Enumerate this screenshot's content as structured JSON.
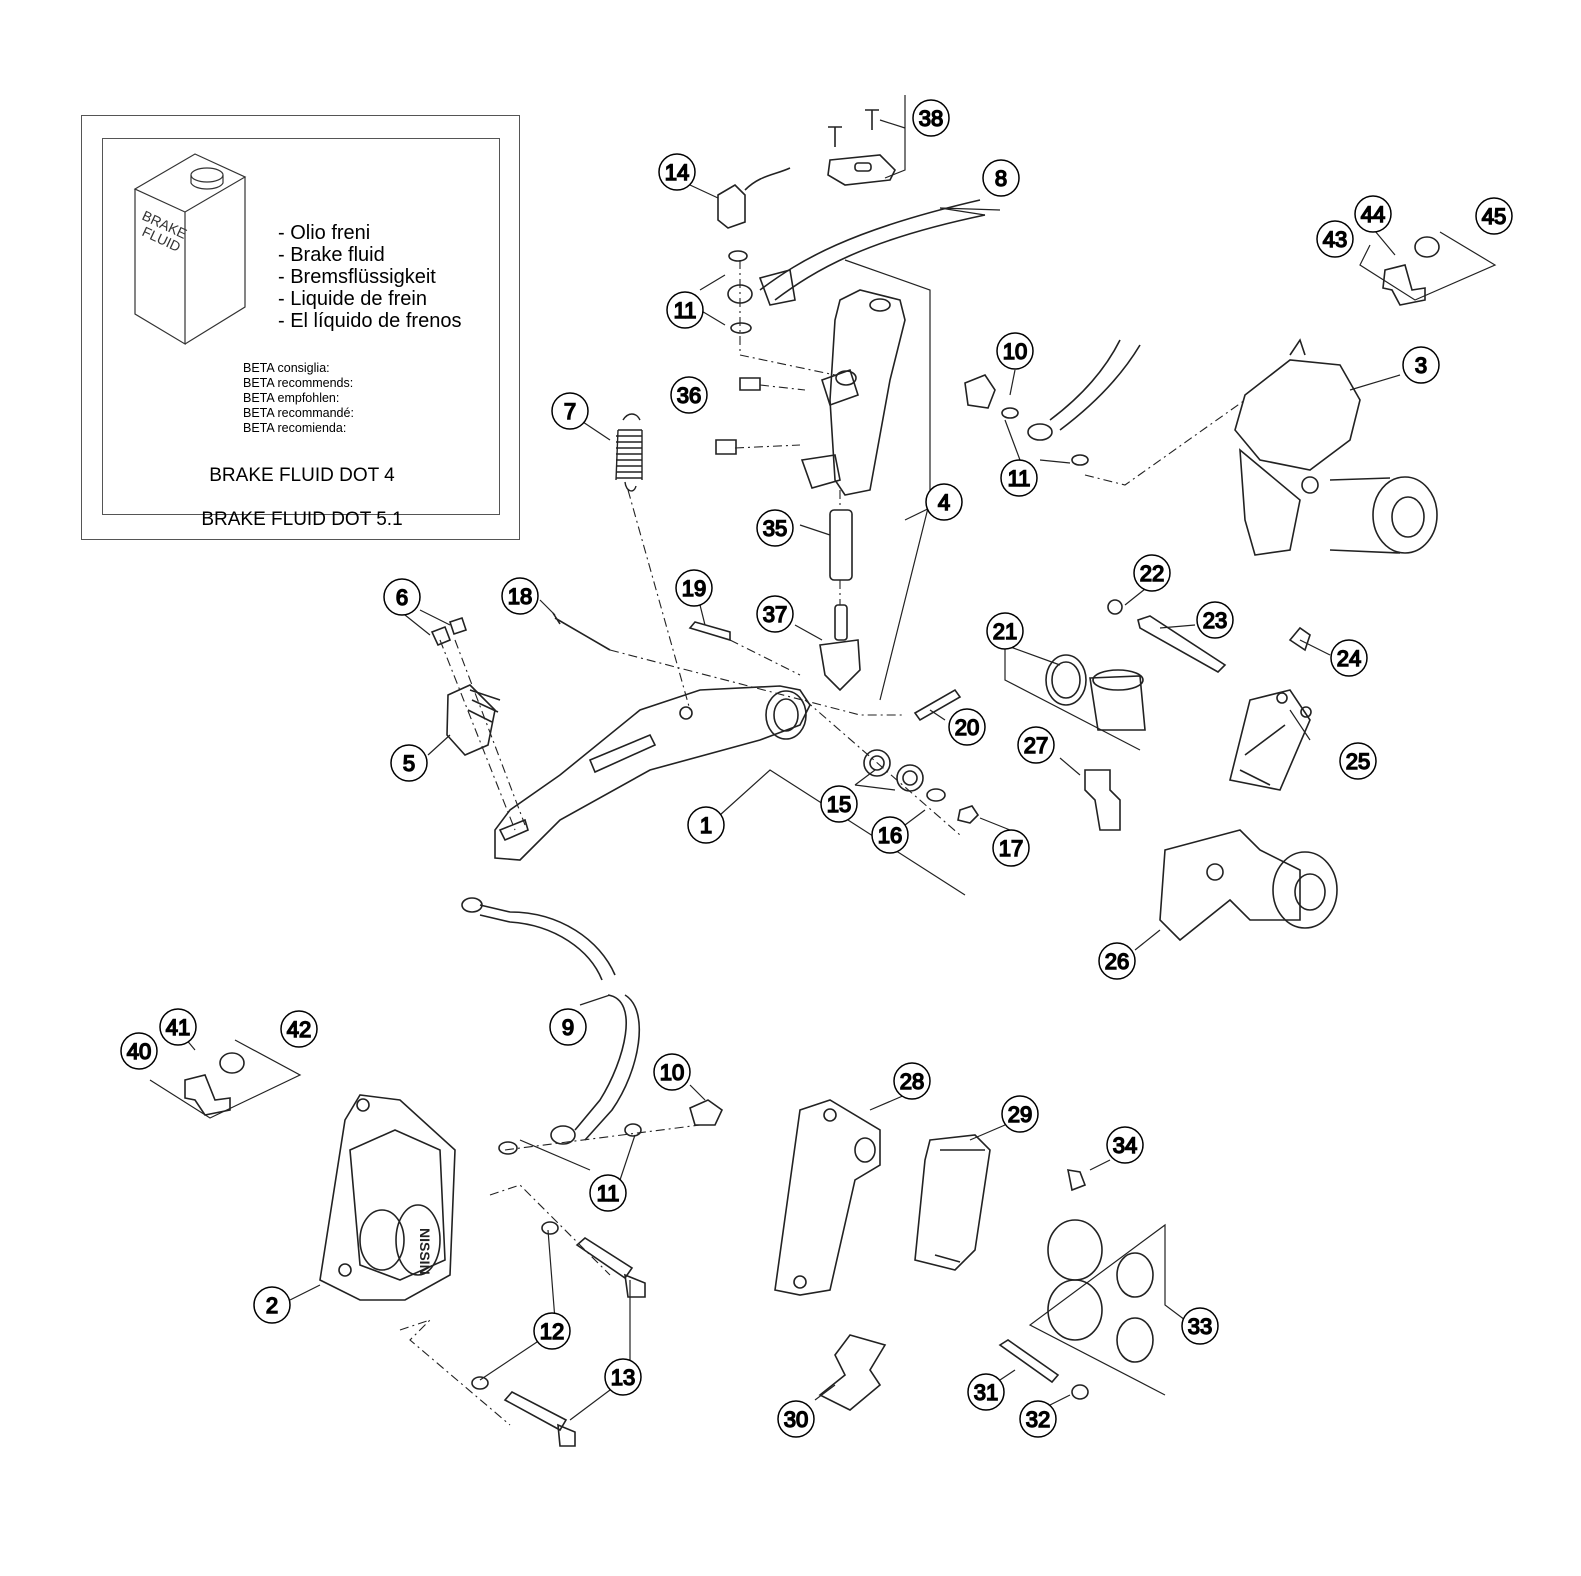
{
  "fluid_box": {
    "can_label_line1": "BRAKE",
    "can_label_line2": "FLUID",
    "languages": [
      "- Olio freni",
      "- Brake fluid",
      "- Bremsflüssigkeit",
      "- Liquide de frein",
      "- El líquido de frenos"
    ],
    "recommends": [
      "BETA consiglia:",
      "BETA recommends:",
      "BETA empfohlen:",
      "BETA recommandé:",
      "BETA recomienda:"
    ],
    "fluid_1": "BRAKE FLUID DOT 4",
    "fluid_2": "BRAKE FLUID DOT 5.1"
  },
  "caliper_brand": "NISSIN",
  "callouts": [
    "1",
    "2",
    "3",
    "4",
    "5",
    "6",
    "7",
    "8",
    "9",
    "10",
    "10",
    "11",
    "11",
    "11",
    "12",
    "13",
    "14",
    "15",
    "16",
    "17",
    "18",
    "19",
    "20",
    "21",
    "22",
    "23",
    "24",
    "25",
    "26",
    "27",
    "28",
    "29",
    "30",
    "31",
    "32",
    "33",
    "34",
    "35",
    "36",
    "37",
    "38",
    "40",
    "41",
    "42",
    "43",
    "44",
    "45"
  ]
}
